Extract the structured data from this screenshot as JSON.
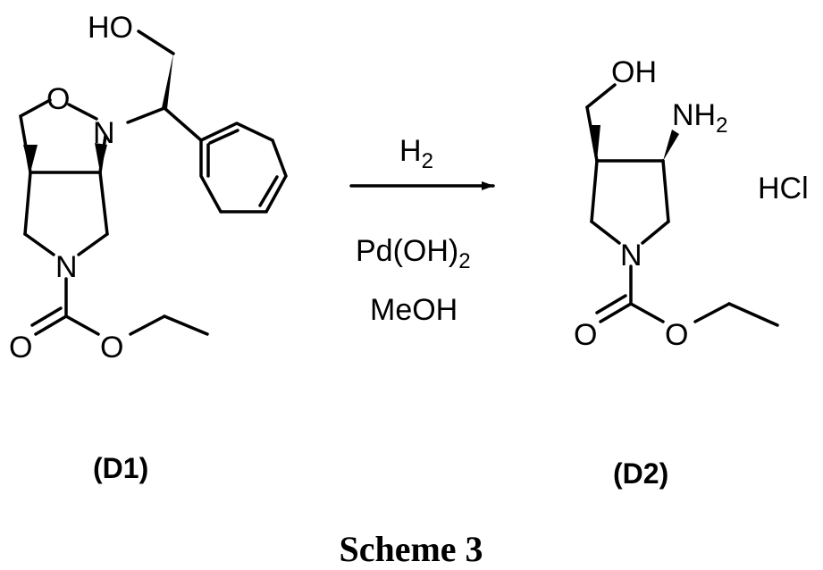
{
  "compounds": {
    "d1": {
      "id_label": "(D1)",
      "atoms": {
        "hydroxyl": "HO",
        "ring_oxygen": "O",
        "ring_nitrogen": "N",
        "pyrrolidine_nitrogen": "N",
        "carbonyl_oxygen": "O",
        "ester_oxygen": "O"
      }
    },
    "d2": {
      "id_label": "(D2)",
      "atoms": {
        "hydroxyl": "OH",
        "amine": "NH",
        "amine_subscript": "2",
        "pyrrolidine_nitrogen": "N",
        "carbonyl_oxygen": "O",
        "ester_oxygen": "O"
      },
      "salt": "HCl"
    }
  },
  "reaction": {
    "reagent_1": "H",
    "reagent_1_subscript": "2",
    "catalyst": "Pd(OH)",
    "catalyst_subscript": "2",
    "solvent": "MeOH"
  },
  "caption": "Scheme 3"
}
